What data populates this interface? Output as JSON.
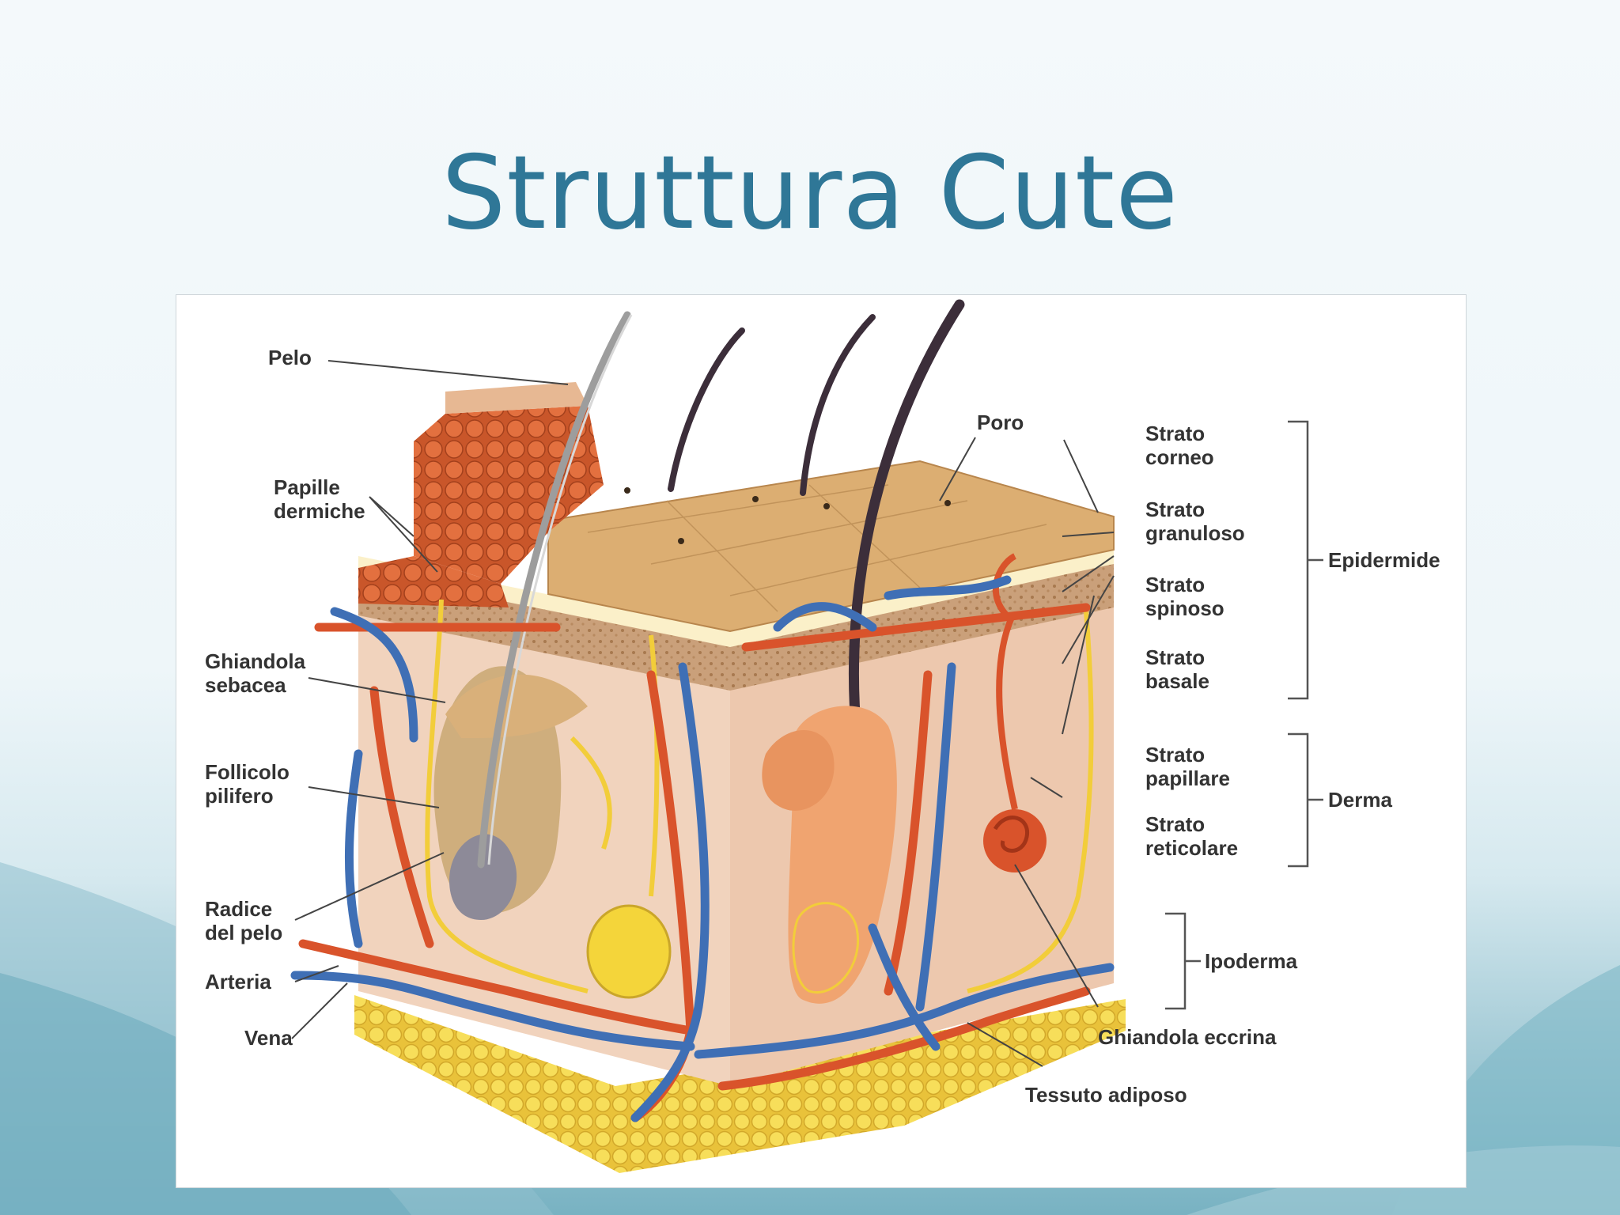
{
  "slide": {
    "title": "Struttura Cute"
  },
  "diagram": {
    "labels_left": {
      "pelo": "Pelo",
      "papille_1": "Papille",
      "papille_2": "dermiche",
      "ghiandola_sebacea_1": "Ghiandola",
      "ghiandola_sebacea_2": "sebacea",
      "follicolo_1": "Follicolo",
      "follicolo_2": "pilifero",
      "radice_1": "Radice",
      "radice_2": "del pelo",
      "arteria": "Arteria",
      "vena": "Vena"
    },
    "labels_right": {
      "poro": "Poro",
      "corneo_1": "Strato",
      "corneo_2": "corneo",
      "granuloso_1": "Strato",
      "granuloso_2": "granuloso",
      "spinoso_1": "Strato",
      "spinoso_2": "spinoso",
      "basale_1": "Strato",
      "basale_2": "basale",
      "papillare_1": "Strato",
      "papillare_2": "papillare",
      "reticolare_1": "Strato",
      "reticolare_2": "reticolare",
      "ghiandola_eccrina": "Ghiandola eccrina",
      "tessuto_adiposo": "Tessuto adiposo"
    },
    "groups": {
      "epidermide": "Epidermide",
      "derma": "Derma",
      "ipoderma": "Ipoderma"
    },
    "colors": {
      "artery": "#d9532b",
      "vein": "#3f6fb5",
      "nerve": "#f2cd3a",
      "fat": "#f3d64a",
      "epidermis_top": "#d9aa6b",
      "dermis": "#f1d4be"
    }
  }
}
